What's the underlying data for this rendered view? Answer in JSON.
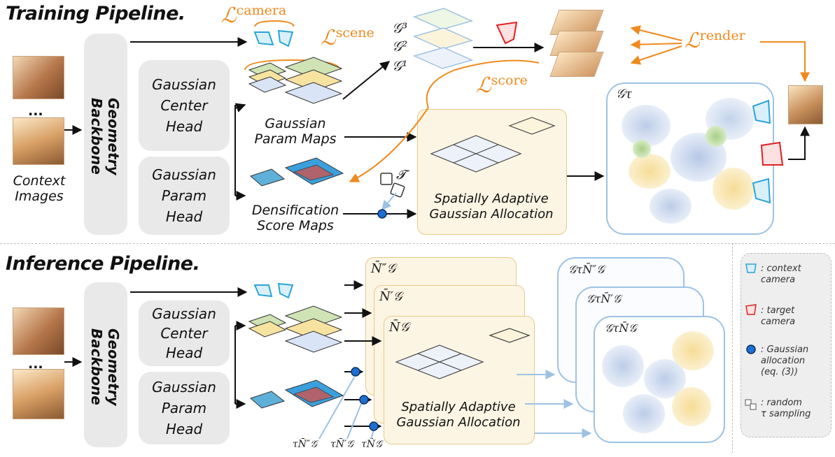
{
  "training": {
    "title": "Training Pipeline.",
    "context_label": "Context\nImages",
    "backbone_label": "Geometry\nBackbone",
    "center_head": "Gaussian\nCenter\nHead",
    "param_head": "Gaussian\nParam\nHead",
    "param_maps": "Gaussian\nParam Maps",
    "score_maps": "Densification\nScore Maps",
    "alloc_label": "Spatially Adaptive\nGaussian Allocation",
    "ellipsis": "...",
    "loss_camera": "camera",
    "loss_scene": "scene",
    "loss_score": "score",
    "loss_render": "render",
    "loss_symbol": "ℒ",
    "g3": "𝒢³",
    "g2": "𝒢²",
    "g1": "𝒢¹",
    "g_tau": "𝒢τ",
    "tau": "𝓣"
  },
  "inference": {
    "title": "Inference Pipeline.",
    "backbone_label": "Geometry\nBackbone",
    "center_head": "Gaussian\nCenter\nHead",
    "param_head": "Gaussian\nParam\nHead",
    "alloc_label": "Spatially Adaptive\nGaussian Allocation",
    "ellipsis": "...",
    "n_pp": "N̄″𝒢",
    "n_p": "N̄′𝒢",
    "n": "N̄𝒢",
    "g_pp": "𝒢τN̄″𝒢",
    "g_p": "𝒢τN̄′𝒢",
    "g": "𝒢τN̄𝒢",
    "tau_labels": [
      "τN̄″𝒢",
      "τN̄′𝒢",
      "τN̄𝒢"
    ]
  },
  "legend": {
    "context_camera": ": context\ncamera",
    "target_camera": ": target\ncamera",
    "gaussian_allocation": ": Gaussian\nallocation\n(eq. (3))",
    "random_tau": ": random\nτ sampling"
  },
  "colors": {
    "loss": "#ef8a1e",
    "context_camera": "#2aa4d8",
    "target_camera": "#e02020",
    "alloc_dot": "#1f6fd1",
    "alloc_fill": "#fdf5e3",
    "scene_border": "#9dc2e3"
  }
}
